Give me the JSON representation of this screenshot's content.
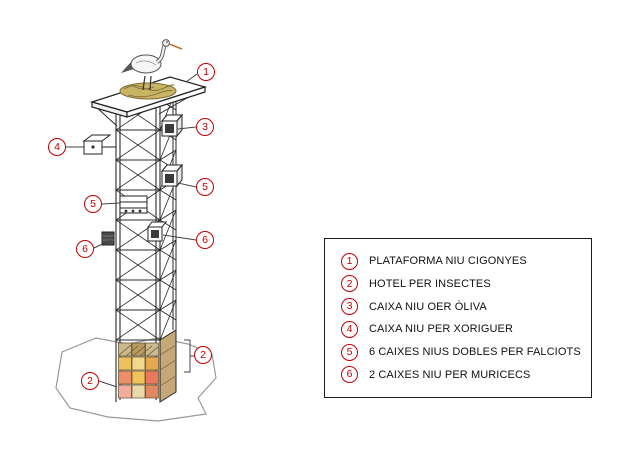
{
  "legend": {
    "items": [
      {
        "num": "1",
        "label": "PLATAFORMA NIU CIGONYES"
      },
      {
        "num": "2",
        "label": "HOTEL PER INSECTES"
      },
      {
        "num": "3",
        "label": "CAIXA NIU OER ÒLIVA"
      },
      {
        "num": "4",
        "label": "CAIXA NIU PER XORIGUER"
      },
      {
        "num": "5",
        "label": "6 CAIXES NIUS DOBLES PER FALCIOTS"
      },
      {
        "num": "6",
        "label": "2 CAIXES NIU PER MURICECS"
      }
    ]
  },
  "callouts": [
    {
      "num": "1"
    },
    {
      "num": "3"
    },
    {
      "num": "4"
    },
    {
      "num": "5"
    },
    {
      "num": "5"
    },
    {
      "num": "6"
    },
    {
      "num": "6"
    },
    {
      "num": "2"
    },
    {
      "num": "2"
    }
  ],
  "colors": {
    "accent": "#c00000",
    "line": "#2a2a2a",
    "nest": "#c9b465",
    "hotel_side": "#c4a877"
  },
  "hotel_palette": [
    "#cdb98e",
    "#b99a62",
    "#cdb98e",
    "#ecc25e",
    "#f2d88a",
    "#e6a84e",
    "#ea8f6a",
    "#f0c25e",
    "#e8795f",
    "#f2ac9c",
    "#ead9a8",
    "#e0885f"
  ]
}
